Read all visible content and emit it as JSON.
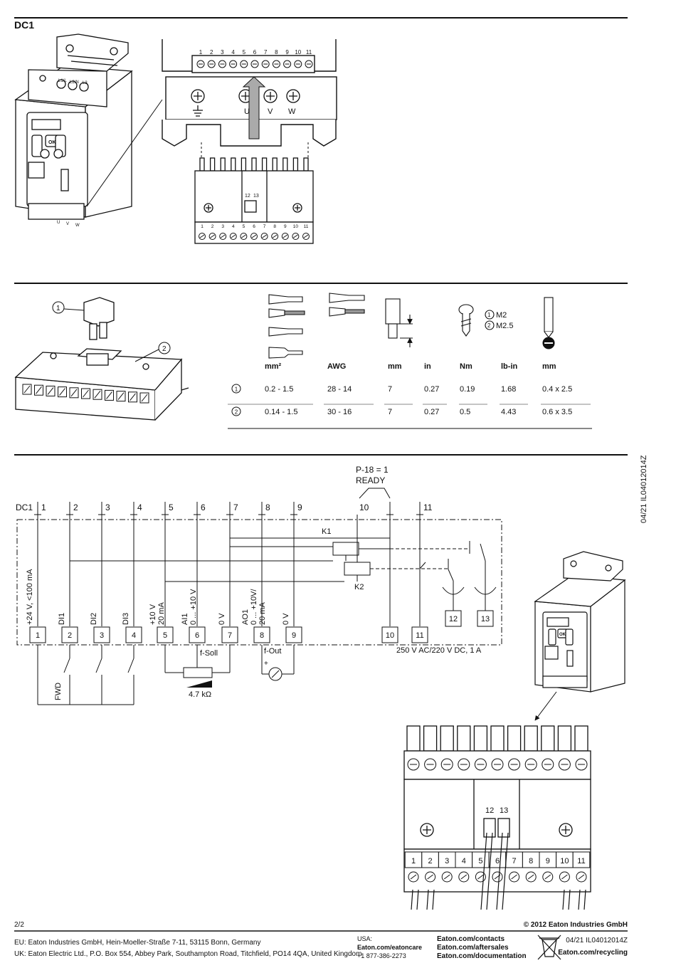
{
  "header": {
    "product": "DC1"
  },
  "top_section": {
    "drive_labels": {
      "mains": [
        "L1/L",
        "L2/N",
        "L3"
      ],
      "ok": "OK",
      "outputs": [
        "U",
        "V",
        "W"
      ]
    },
    "terminal_numbers": [
      "1",
      "2",
      "3",
      "4",
      "5",
      "6",
      "7",
      "8",
      "9",
      "10",
      "11"
    ],
    "relay_terminals": [
      "12",
      "13"
    ],
    "motor_labels": [
      "U",
      "V",
      "W"
    ]
  },
  "wire_table": {
    "callouts": [
      "1",
      "2"
    ],
    "screw_sizes": [
      "M2",
      "M2.5"
    ],
    "headers": [
      "mm²",
      "AWG",
      "mm",
      "in",
      "Nm",
      "lb-in",
      "mm"
    ],
    "rows": [
      {
        "id": "1",
        "cells": [
          "0.2 - 1.5",
          "28 - 14",
          "7",
          "0.27",
          "0.19",
          "1.68",
          "0.4 x 2.5"
        ]
      },
      {
        "id": "2",
        "cells": [
          "0.14 - 1.5",
          "30 - 16",
          "7",
          "0.27",
          "0.5",
          "4.43",
          "0.6 x 3.5"
        ]
      }
    ]
  },
  "wiring": {
    "device": "DC1",
    "top_numbers": [
      "1",
      "2",
      "3",
      "4",
      "5",
      "6",
      "7",
      "8",
      "9",
      "10",
      "11"
    ],
    "signal_labels": [
      "+24 V, <100 mA",
      "DI1",
      "DI2",
      "DI3",
      "+10 V < 20 mA",
      "AI1 0 ... +10 V",
      "0 V",
      "AO1 0 ... +10V/ 20 mA",
      "0 V"
    ],
    "terminal_boxes": [
      "1",
      "2",
      "3",
      "4",
      "5",
      "6",
      "7",
      "8",
      "9",
      "10",
      "11",
      "12",
      "13"
    ],
    "p18": "P-18 = 1",
    "ready": "READY",
    "k1": "K1",
    "k2": "K2",
    "relay_rating": "250 V AC/220 V DC, 1 A",
    "fwd": "FWD",
    "f_soll": "f-Soll",
    "f_out": "f-Out",
    "pot": "4.7 kΩ",
    "plus": "+"
  },
  "side_code": "04/21 IL04012014Z",
  "footer": {
    "page": "2/2",
    "copyright": "© 2012 Eaton Industries GmbH",
    "eu": "EU: Eaton Industries GmbH, Hein-Moeller-Straße 7-11, 53115 Bonn, Germany",
    "uk": "UK: Eaton Electric Ltd., P.O. Box 554, Abbey Park, Southampton Road, Titchfield, PO14 4QA, United Kingdom",
    "usa_label": "USA:",
    "usa_link": "Eaton.com/eatoncare",
    "usa_phone": "+1 877-386-2273",
    "links": [
      "Eaton.com/contacts",
      "Eaton.com/aftersales",
      "Eaton.com/documentation"
    ],
    "doc_code": "04/21 IL04012014Z",
    "recycling": "Eaton.com/recycling"
  }
}
